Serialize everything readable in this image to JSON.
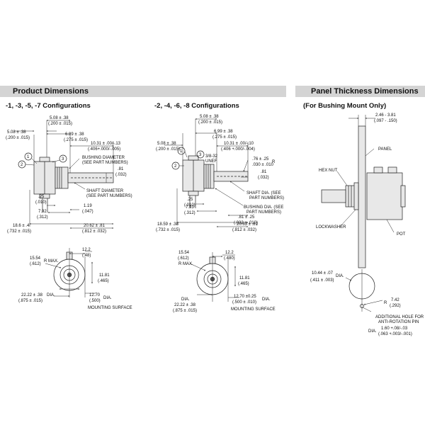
{
  "headers": {
    "product": "Product Dimensions",
    "panel": "Panel Thickness Dimensions"
  },
  "subtitles": {
    "config_a": "-1, -3, -5, -7 Configurations",
    "config_b": "-2, -4, -6, -8 Configurations",
    "panel": "(For Bushing Mount Only)"
  },
  "config_a": {
    "d1": "5.08 ± .38",
    "d1i": "(.200 ± .015)",
    "d2": "5.08 ± .38",
    "d2i": "(.200 ± .015)",
    "d3": "6.99 ± .38",
    "d3i": "(.275 ± .015)",
    "d4": "10.31 ± .00/-.13",
    "d4i": "(.406+.000/-.005)",
    "bushing1": "BUSHING DIAMETER",
    "bushing2": "(SEE PART NUMBERS)",
    "d5": ".81",
    "d5i": "(.032)",
    "shaft1": "SHAFT DIAMETER",
    "shaft2": "(SEE PART NUMBERS)",
    "d6": ".25",
    "d6i": "(.010)",
    "d7": "1.19",
    "d7i": "(.047)",
    "d8": "7.92",
    "d8i": "(.312)",
    "d9": "18.6 ± .4",
    "d9i": "(.732 ± .015)",
    "d10": "20.62 ± .81",
    "d10i": "(.812 ± .032)",
    "c1": "1",
    "c2": "2",
    "c3": "3",
    "f1": "12.2",
    "f1i": "(.48)",
    "f2": "15.54",
    "f2r": "R MAX.",
    "f2i": "(.612)",
    "f3": "11.81",
    "f3i": "(.465)",
    "f4": "22.22 ± .38",
    "f4d": "DIA.",
    "f4i": "(.875 ± .015)",
    "f5": "12.70",
    "f5d": "DIA.",
    "f5i": "(.500)",
    "mount": "MOUNTING SURFACE"
  },
  "config_b": {
    "d1": "5.08 ± .38",
    "d1i": "(.200 ± .015)",
    "d2": "5.08 ± .38",
    "d2i": "(.200 ± .015)",
    "d3": "6.99 ± .38",
    "d3i": "(.275 ± .015)",
    "d4": "10.31 ± .00/-.10",
    "d4i": "(.406 +.000/-.004)",
    "thread1": "3/8-32",
    "thread2": "UNEF",
    "d5": ".76 ± .25",
    "d5r": "R",
    "d5i": ".030 ± .010",
    "d6": ".81",
    "d6i": "(.032)",
    "shaft1": "SHAFT DIA. (SEE",
    "shaft2": "PART NUMBERS)",
    "bushing1": "BUSHING DIA. (SEE",
    "bushing2": "PART NUMBERS)",
    "d7": ".25",
    "d7i": "(.010)",
    "d8": ".81 ± .25",
    "d8i": "(.032 ± .010)",
    "d9": "7.93",
    "d9i": "(.312)",
    "d10": "18.59 ± .38",
    "d10i": "(.732 ± .015)",
    "d11": "20.63 ± .81",
    "d11i": "(.812 ± .032)",
    "c1": "1",
    "c2": "2",
    "c3": "3",
    "f1": "12.2",
    "f1i": "(.480)",
    "f2": "15.54",
    "f2i": "(.612)",
    "f2r": "R MAX.",
    "f3": "11.81",
    "f3i": "(.465)",
    "f4d": "DIA.",
    "f4": "22.22 ± .38",
    "f4i": "(.875 ± .015)",
    "f5": "12.70 ±0.25",
    "f5i": "(.500 ± .010)",
    "f5d": "DIA.",
    "mount": "MOUNTING SURFACE"
  },
  "panel": {
    "thk": "2.46 - 3.81",
    "thki": "(.097 - .150)",
    "panel": "PANEL",
    "hexnut": "HEX NUT",
    "lockwasher": "LOCKWASHER",
    "pot": "POT",
    "h1": "10.44 ± .07",
    "h1d": "DIA.",
    "h1i": "(.411 ± .003)",
    "h2": "7.42",
    "h2r": "R",
    "h2i": "(.292)",
    "add1": "ADDITIONAL HOLE FOR",
    "add2": "ANTI-ROTATION PIN",
    "h3": "1.60 +.08/-.03",
    "h3d": "DIA.",
    "h3i": "(.063 +.003/-.001)"
  }
}
